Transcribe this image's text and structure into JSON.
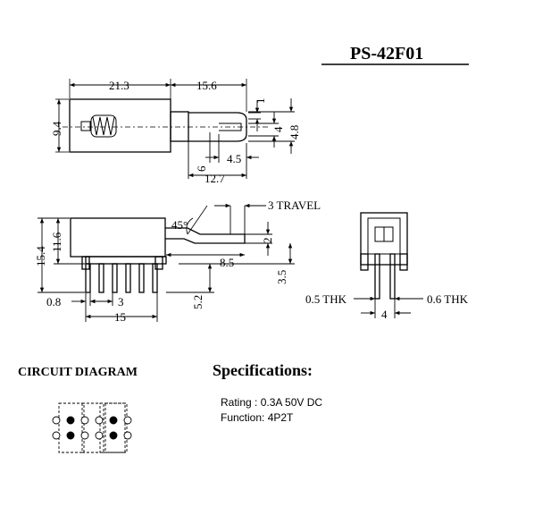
{
  "title": "PS-42F01",
  "top_view": {
    "length_label": "21.3",
    "actuator_length_label": "15.6",
    "height_label": "9.4",
    "gap_label": "1",
    "slot_label": "4",
    "knob_height_label": "4.8",
    "knob_length_label": "4.5",
    "offset_label": "6",
    "pitch_label": "12.7"
  },
  "side_view": {
    "travel_label": "3  TRAVEL",
    "angle_label": "45°",
    "thickness_label": "2",
    "total_height_label": "15.4",
    "body_height_label": "11.6",
    "knob_offset_label": "8.5",
    "stand_label": "3.5",
    "pin_length_label": "5.2",
    "edge_label": "0.8",
    "pin_pitch_label": "3",
    "pin_span_label": "15"
  },
  "end_view": {
    "left_thk_label": "0.5  THK",
    "right_thk_label": "0.6  THK",
    "width_label": "4"
  },
  "circuit": {
    "heading": "CIRCUIT DIAGRAM"
  },
  "specifications": {
    "heading": "Specifications:",
    "rating": "Rating : 0.3A 50V DC",
    "function": "Function: 4P2T"
  }
}
